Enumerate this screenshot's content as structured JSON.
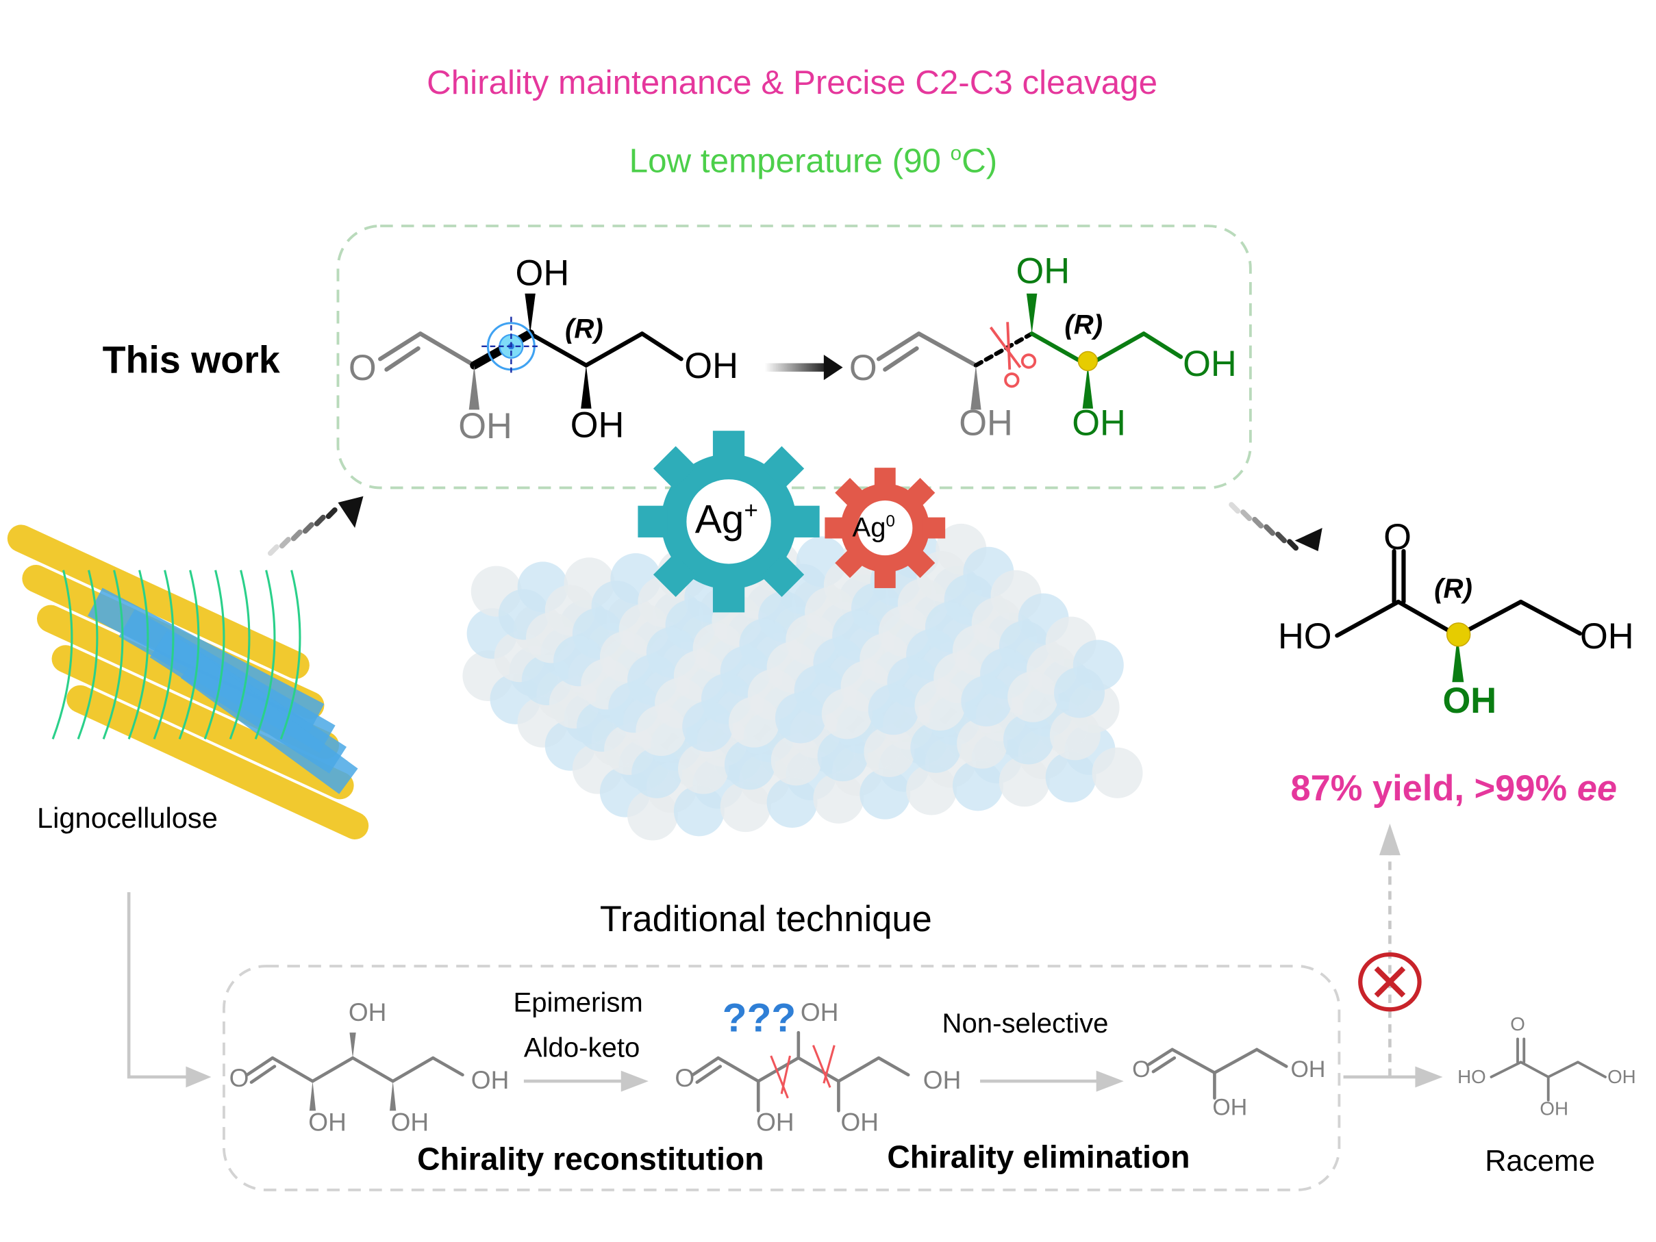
{
  "header": {
    "title": "Chirality maintenance & Precise C2-C3 cleavage",
    "subtitle_prefix": "Low temperature (90 ",
    "subtitle_degree": "o",
    "subtitle_suffix": "C)"
  },
  "this_work": {
    "label": "This work",
    "reactant": {
      "atoms": {
        "carbonyl_o": "O",
        "oh_c2": "OH",
        "oh_c3": "OH",
        "oh_c4": "OH",
        "oh_c5": "OH"
      },
      "stereo_label": "(R)",
      "target_icon": "crosshair-target-icon"
    },
    "intermediate": {
      "atoms": {
        "carbonyl_o": "O",
        "oh_c2": "OH",
        "oh_c3": "OH",
        "oh_c4": "OH",
        "oh_c5": "OH"
      },
      "stereo_label": "(R)",
      "cleave_icon": "scissors-icon"
    },
    "catalyst": {
      "gear1_label": "Ag",
      "gear1_charge": "+",
      "gear2_label": "Ag",
      "gear2_charge": "0",
      "colors": {
        "gear1": "#2eadb9",
        "gear2": "#e2594a"
      }
    }
  },
  "feedstock": {
    "label": "Lignocellulose"
  },
  "product": {
    "atoms": {
      "o": "O",
      "ho": "HO",
      "oh_end": "OH",
      "oh_chiral": "OH"
    },
    "stereo_label": "(R)",
    "result_prefix": "87% yield, >99% ",
    "result_ee": "ee"
  },
  "traditional": {
    "label": "Traditional technique",
    "step1_line1": "Epimerism",
    "step1_line2": "Aldo-keto",
    "step2": "Non-selective",
    "phase1": "Chirality reconstitution",
    "phase2": "Chirality elimination",
    "question_marks": "???",
    "fail_icon": "red-x-circle-icon",
    "raceme_label": "Raceme",
    "atoms": {
      "o": "O",
      "oh": "OH",
      "ho": "HO"
    }
  },
  "colors": {
    "pink": "#e5379c",
    "green_light": "#4ccf4a",
    "green_dark": "#0a7d12",
    "gray": "#808080",
    "dashed_box_top": "#b9dabb",
    "dashed_box_bottom": "#d3d3d3"
  }
}
